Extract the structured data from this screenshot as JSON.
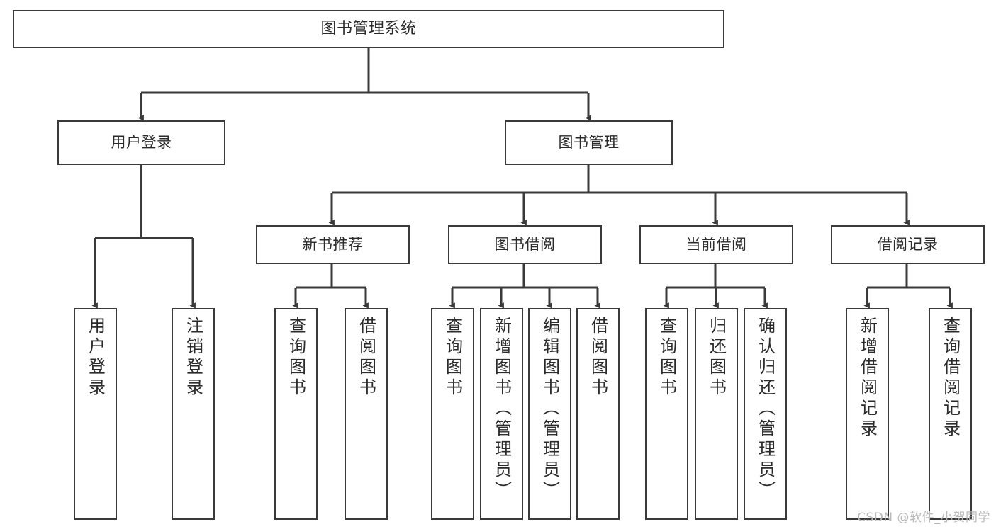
{
  "diagram": {
    "type": "tree-hierarchy",
    "title": "图书管理系统",
    "orientation": "top-down",
    "colors": {
      "box_border": "#3a3a3a",
      "box_fill": "#ffffff",
      "connector": "#3a3a3a",
      "text": "#2b2b2b",
      "watermark": "#b9b9b9",
      "canvas": "#ffffff"
    },
    "levels": {
      "level1": [
        "图书管理系统"
      ],
      "level2": [
        "用户登录",
        "图书管理"
      ],
      "level3": [
        "新书推荐",
        "图书借阅",
        "当前借阅",
        "借阅记录"
      ],
      "level4": [
        "用户登录",
        "注销登录",
        "查询图书",
        "借阅图书",
        "查询图书",
        "新增图书（管理员）",
        "编辑图书（管理员）",
        "借阅图书",
        "查询图书",
        "归还图书",
        "确认归还（管理员）",
        "新增借阅记录",
        "查询借阅记录"
      ]
    },
    "nodes": {
      "root": {
        "label": "图书管理系统"
      },
      "user_login": {
        "label": "用户登录"
      },
      "book_mgmt": {
        "label": "图书管理"
      },
      "new_book_rec": {
        "label": "新书推荐"
      },
      "book_borrow": {
        "label": "图书借阅"
      },
      "current_borrow": {
        "label": "当前借阅"
      },
      "borrow_record": {
        "label": "借阅记录"
      },
      "leaf_user_login": {
        "label": "用户登录"
      },
      "leaf_logout": {
        "label": "注销登录"
      },
      "leaf_query_book_a": {
        "label": "查询图书"
      },
      "leaf_borrow_book_a": {
        "label": "借阅图书"
      },
      "leaf_query_book_b": {
        "label": "查询图书"
      },
      "leaf_add_book": {
        "label": "新增图书（管理员）"
      },
      "leaf_edit_book": {
        "label": "编辑图书（管理员）"
      },
      "leaf_borrow_book_b": {
        "label": "借阅图书"
      },
      "leaf_query_book_c": {
        "label": "查询图书"
      },
      "leaf_return_book": {
        "label": "归还图书"
      },
      "leaf_confirm_return": {
        "label": "确认归还（管理员）"
      },
      "leaf_add_record": {
        "label": "新增借阅记录"
      },
      "leaf_query_record": {
        "label": "查询借阅记录"
      }
    },
    "edges": [
      {
        "from": "root",
        "to": "user_login"
      },
      {
        "from": "root",
        "to": "book_mgmt"
      },
      {
        "from": "user_login",
        "to": "leaf_user_login"
      },
      {
        "from": "user_login",
        "to": "leaf_logout"
      },
      {
        "from": "book_mgmt",
        "to": "new_book_rec"
      },
      {
        "from": "book_mgmt",
        "to": "book_borrow"
      },
      {
        "from": "book_mgmt",
        "to": "current_borrow"
      },
      {
        "from": "book_mgmt",
        "to": "borrow_record"
      },
      {
        "from": "new_book_rec",
        "to": "leaf_query_book_a"
      },
      {
        "from": "new_book_rec",
        "to": "leaf_borrow_book_a"
      },
      {
        "from": "book_borrow",
        "to": "leaf_query_book_b"
      },
      {
        "from": "book_borrow",
        "to": "leaf_add_book"
      },
      {
        "from": "book_borrow",
        "to": "leaf_edit_book"
      },
      {
        "from": "book_borrow",
        "to": "leaf_borrow_book_b"
      },
      {
        "from": "current_borrow",
        "to": "leaf_query_book_c"
      },
      {
        "from": "current_borrow",
        "to": "leaf_return_book"
      },
      {
        "from": "current_borrow",
        "to": "leaf_confirm_return"
      },
      {
        "from": "borrow_record",
        "to": "leaf_add_record"
      },
      {
        "from": "borrow_record",
        "to": "leaf_query_record"
      }
    ]
  },
  "watermark": {
    "text": "CSDN @软件_小贺同学"
  }
}
